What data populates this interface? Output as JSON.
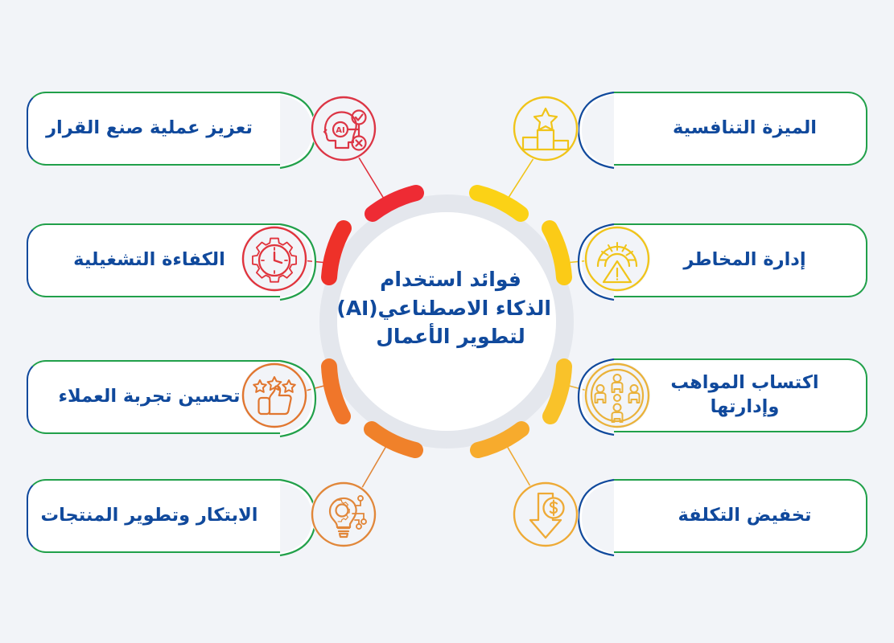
{
  "page": {
    "background_color": "#f2f4f8",
    "title_color": "#10499c",
    "ring_track_color": "#e4e7ed"
  },
  "center": {
    "lines": [
      "فوائد استخدام",
      "الذكاء الاصطناعي(AI)",
      "لتطوير الأعمال"
    ]
  },
  "branches": [
    {
      "id": "decision-making",
      "side": "left",
      "label": "تعزيز عملية صنع القرار",
      "icon": "ai-head-decision-icon",
      "color": "#e0303c",
      "ring_color": "#ee2b34"
    },
    {
      "id": "operational-efficiency",
      "side": "left",
      "label": "الكفاءة التشغيلية",
      "icon": "gear-clock-icon",
      "color": "#e0303c",
      "ring_color": "#ee3129"
    },
    {
      "id": "customer-experience",
      "side": "left",
      "label": "تحسين تجربة العملاء",
      "icon": "thumbs-up-stars-icon",
      "color": "#e1762f",
      "ring_color": "#f0762a"
    },
    {
      "id": "innovation-products",
      "side": "left",
      "label": "الابتكار وتطوير المنتجات",
      "icon": "lightbulb-gear-circuit-icon",
      "color": "#e1873a",
      "ring_color": "#f0812a"
    },
    {
      "id": "competitive-advantage",
      "side": "right",
      "label": "الميزة التنافسية",
      "icon": "podium-star-icon",
      "color": "#f0c419",
      "ring_color": "#fbd216"
    },
    {
      "id": "risk-management",
      "side": "right",
      "label": "إدارة المخاطر",
      "icon": "gauge-warning-icon",
      "color": "#f0c419",
      "ring_color": "#fbcb17"
    },
    {
      "id": "talent-acquisition",
      "side": "right",
      "label": "اكتساب المواهب\nوإدارتها",
      "icon": "team-people-icon",
      "color": "#eab23a",
      "ring_color": "#f9c22a"
    },
    {
      "id": "cost-reduction",
      "side": "right",
      "label": "تخفيض التكلفة",
      "icon": "arrow-down-dollar-icon",
      "color": "#eeaa36",
      "ring_color": "#f7ab2d"
    }
  ],
  "pill_style": {
    "border_green": "#21a04a",
    "border_blue": "#10499c",
    "fill": "#ffffff"
  }
}
